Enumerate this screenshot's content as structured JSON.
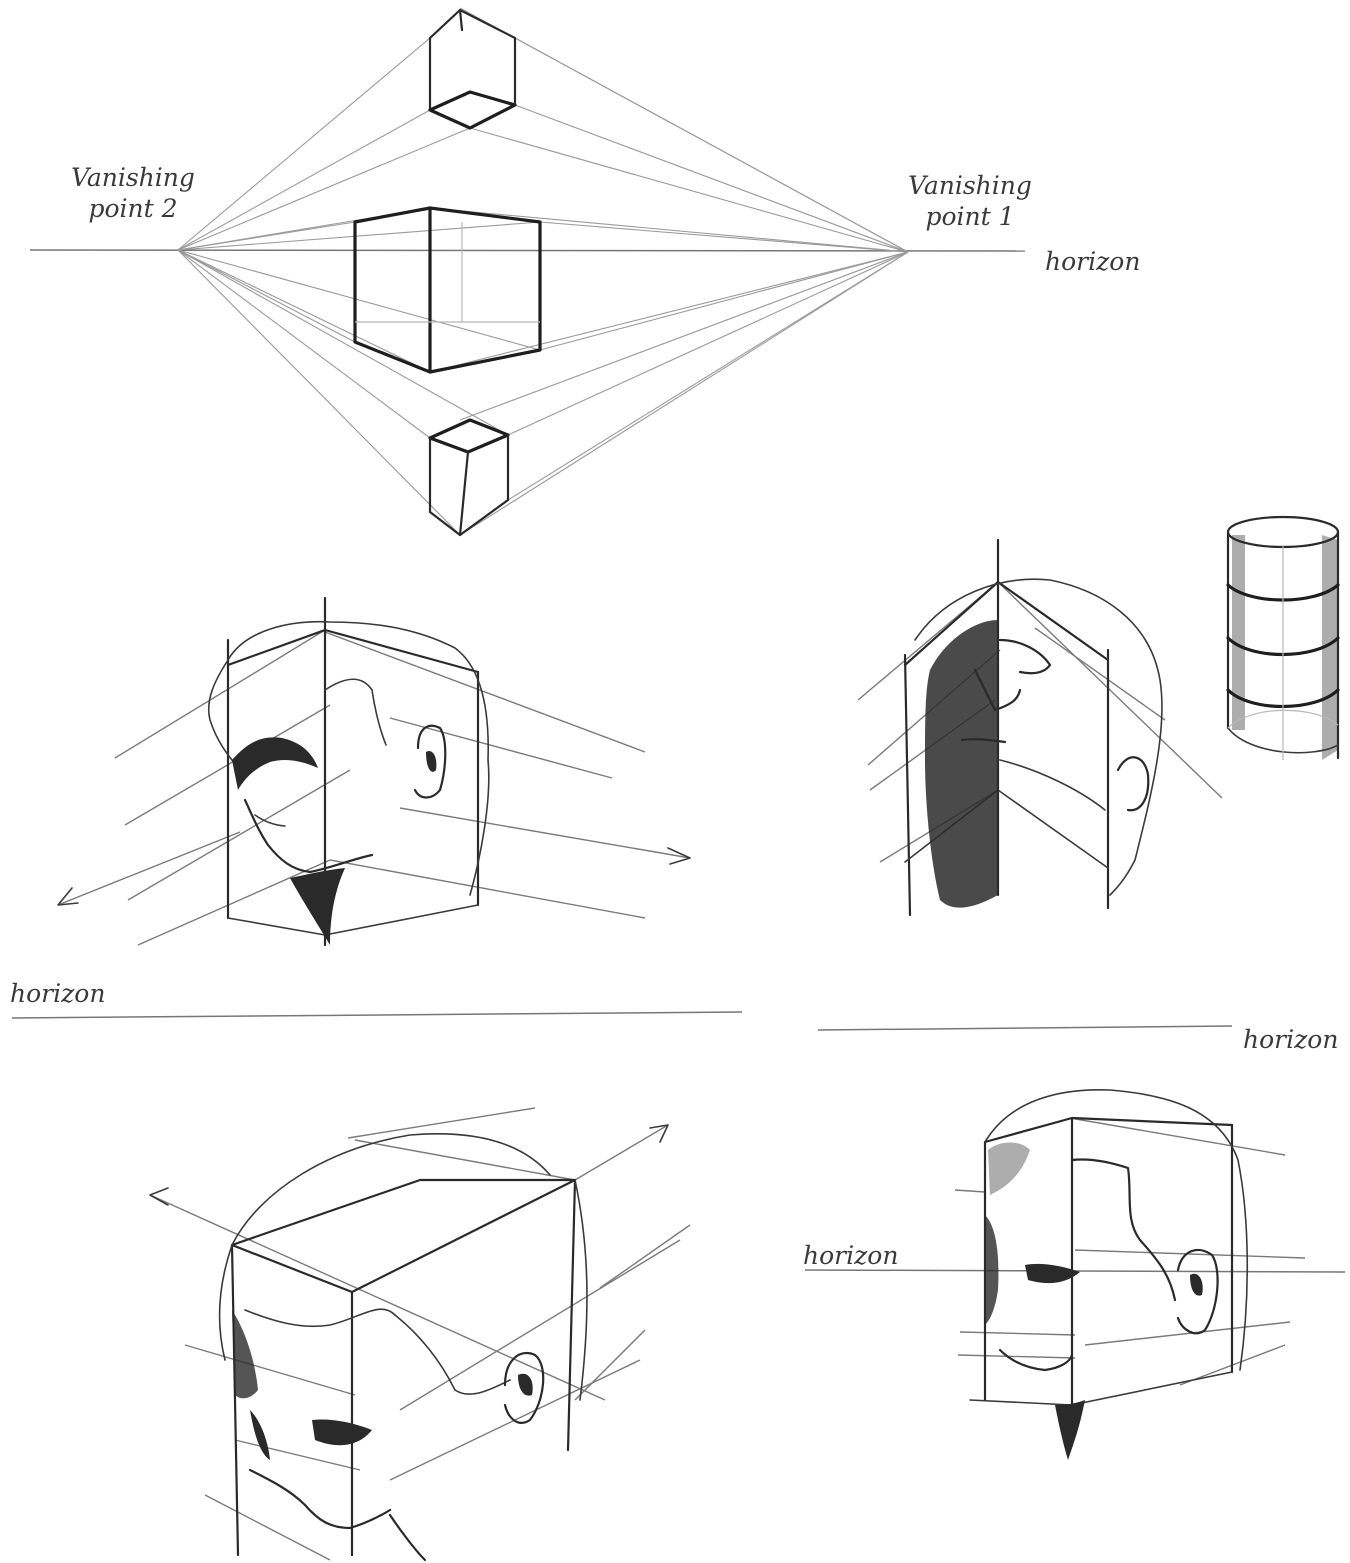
{
  "labels": {
    "vp2": "Vanishing point 2",
    "vp2_line1": "Vanishing",
    "vp2_line2": "point 2",
    "vp1_line1": "Vanishing",
    "vp1_line2": "point 1",
    "horizon_top": "horizon",
    "horizon_mid_left": "horizon",
    "horizon_mid_right": "horizon",
    "horizon_bottom_right": "horizon"
  },
  "colors": {
    "ink": "#1e1e1e",
    "guide": "#9a9a9a",
    "paper": "#ffffff"
  }
}
